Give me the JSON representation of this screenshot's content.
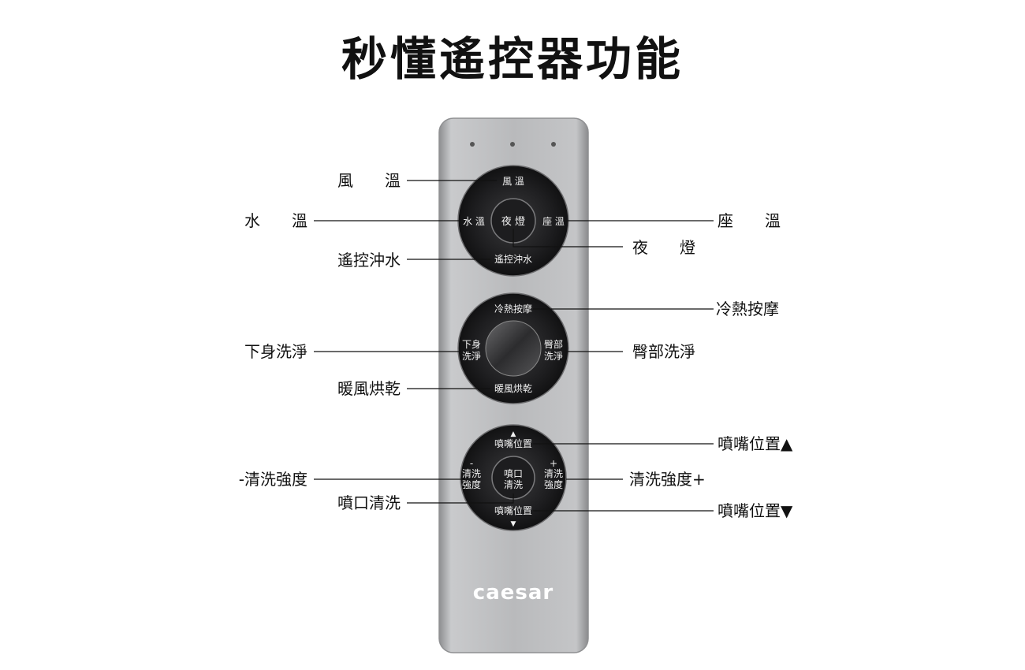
{
  "title": "秒懂遙控器功能",
  "brand": "caesar",
  "buttons": {
    "wind_temp": "風 溫",
    "water_temp": "水 溫",
    "night_light": "夜 燈",
    "seat_temp": "座 溫",
    "remote_flush": "遙控沖水",
    "hot_cold_massage": "冷熱按摩",
    "lower_wash_1": "下身",
    "lower_wash_2": "洗淨",
    "hip_wash_1": "臀部",
    "hip_wash_2": "洗淨",
    "warm_dry": "暖風烘乾",
    "nozzle_up": "噴嘴位置",
    "nozzle_down": "噴嘴位置",
    "intensity_minus_1": "清洗",
    "intensity_minus_2": "強度",
    "intensity_plus_1": "清洗",
    "intensity_plus_2": "強度",
    "nozzle_clean_1": "噴口",
    "nozzle_clean_2": "清洗",
    "minus_sign": "-",
    "plus_sign": "+",
    "up_arrow": "▲",
    "down_arrow": "▼"
  },
  "callouts": {
    "wind_temp": "風　　溫",
    "water_temp": "水　　溫",
    "seat_temp": "座　　溫",
    "night_light": "夜　　燈",
    "remote_flush": "遙控沖水",
    "hot_cold_massage": "冷熱按摩",
    "lower_wash": "下身洗淨",
    "hip_wash": "臀部洗淨",
    "warm_dry": "暖風烘乾",
    "nozzle_up": "噴嘴位置▲",
    "intensity_minus": "-清洗強度",
    "intensity_plus": "清洗強度+",
    "nozzle_clean": "噴口清洗",
    "nozzle_down": "噴嘴位置▼"
  },
  "colors": {
    "remote_body": "#b8b9bb",
    "button_ring": "#232325",
    "text_dark": "#111111"
  }
}
